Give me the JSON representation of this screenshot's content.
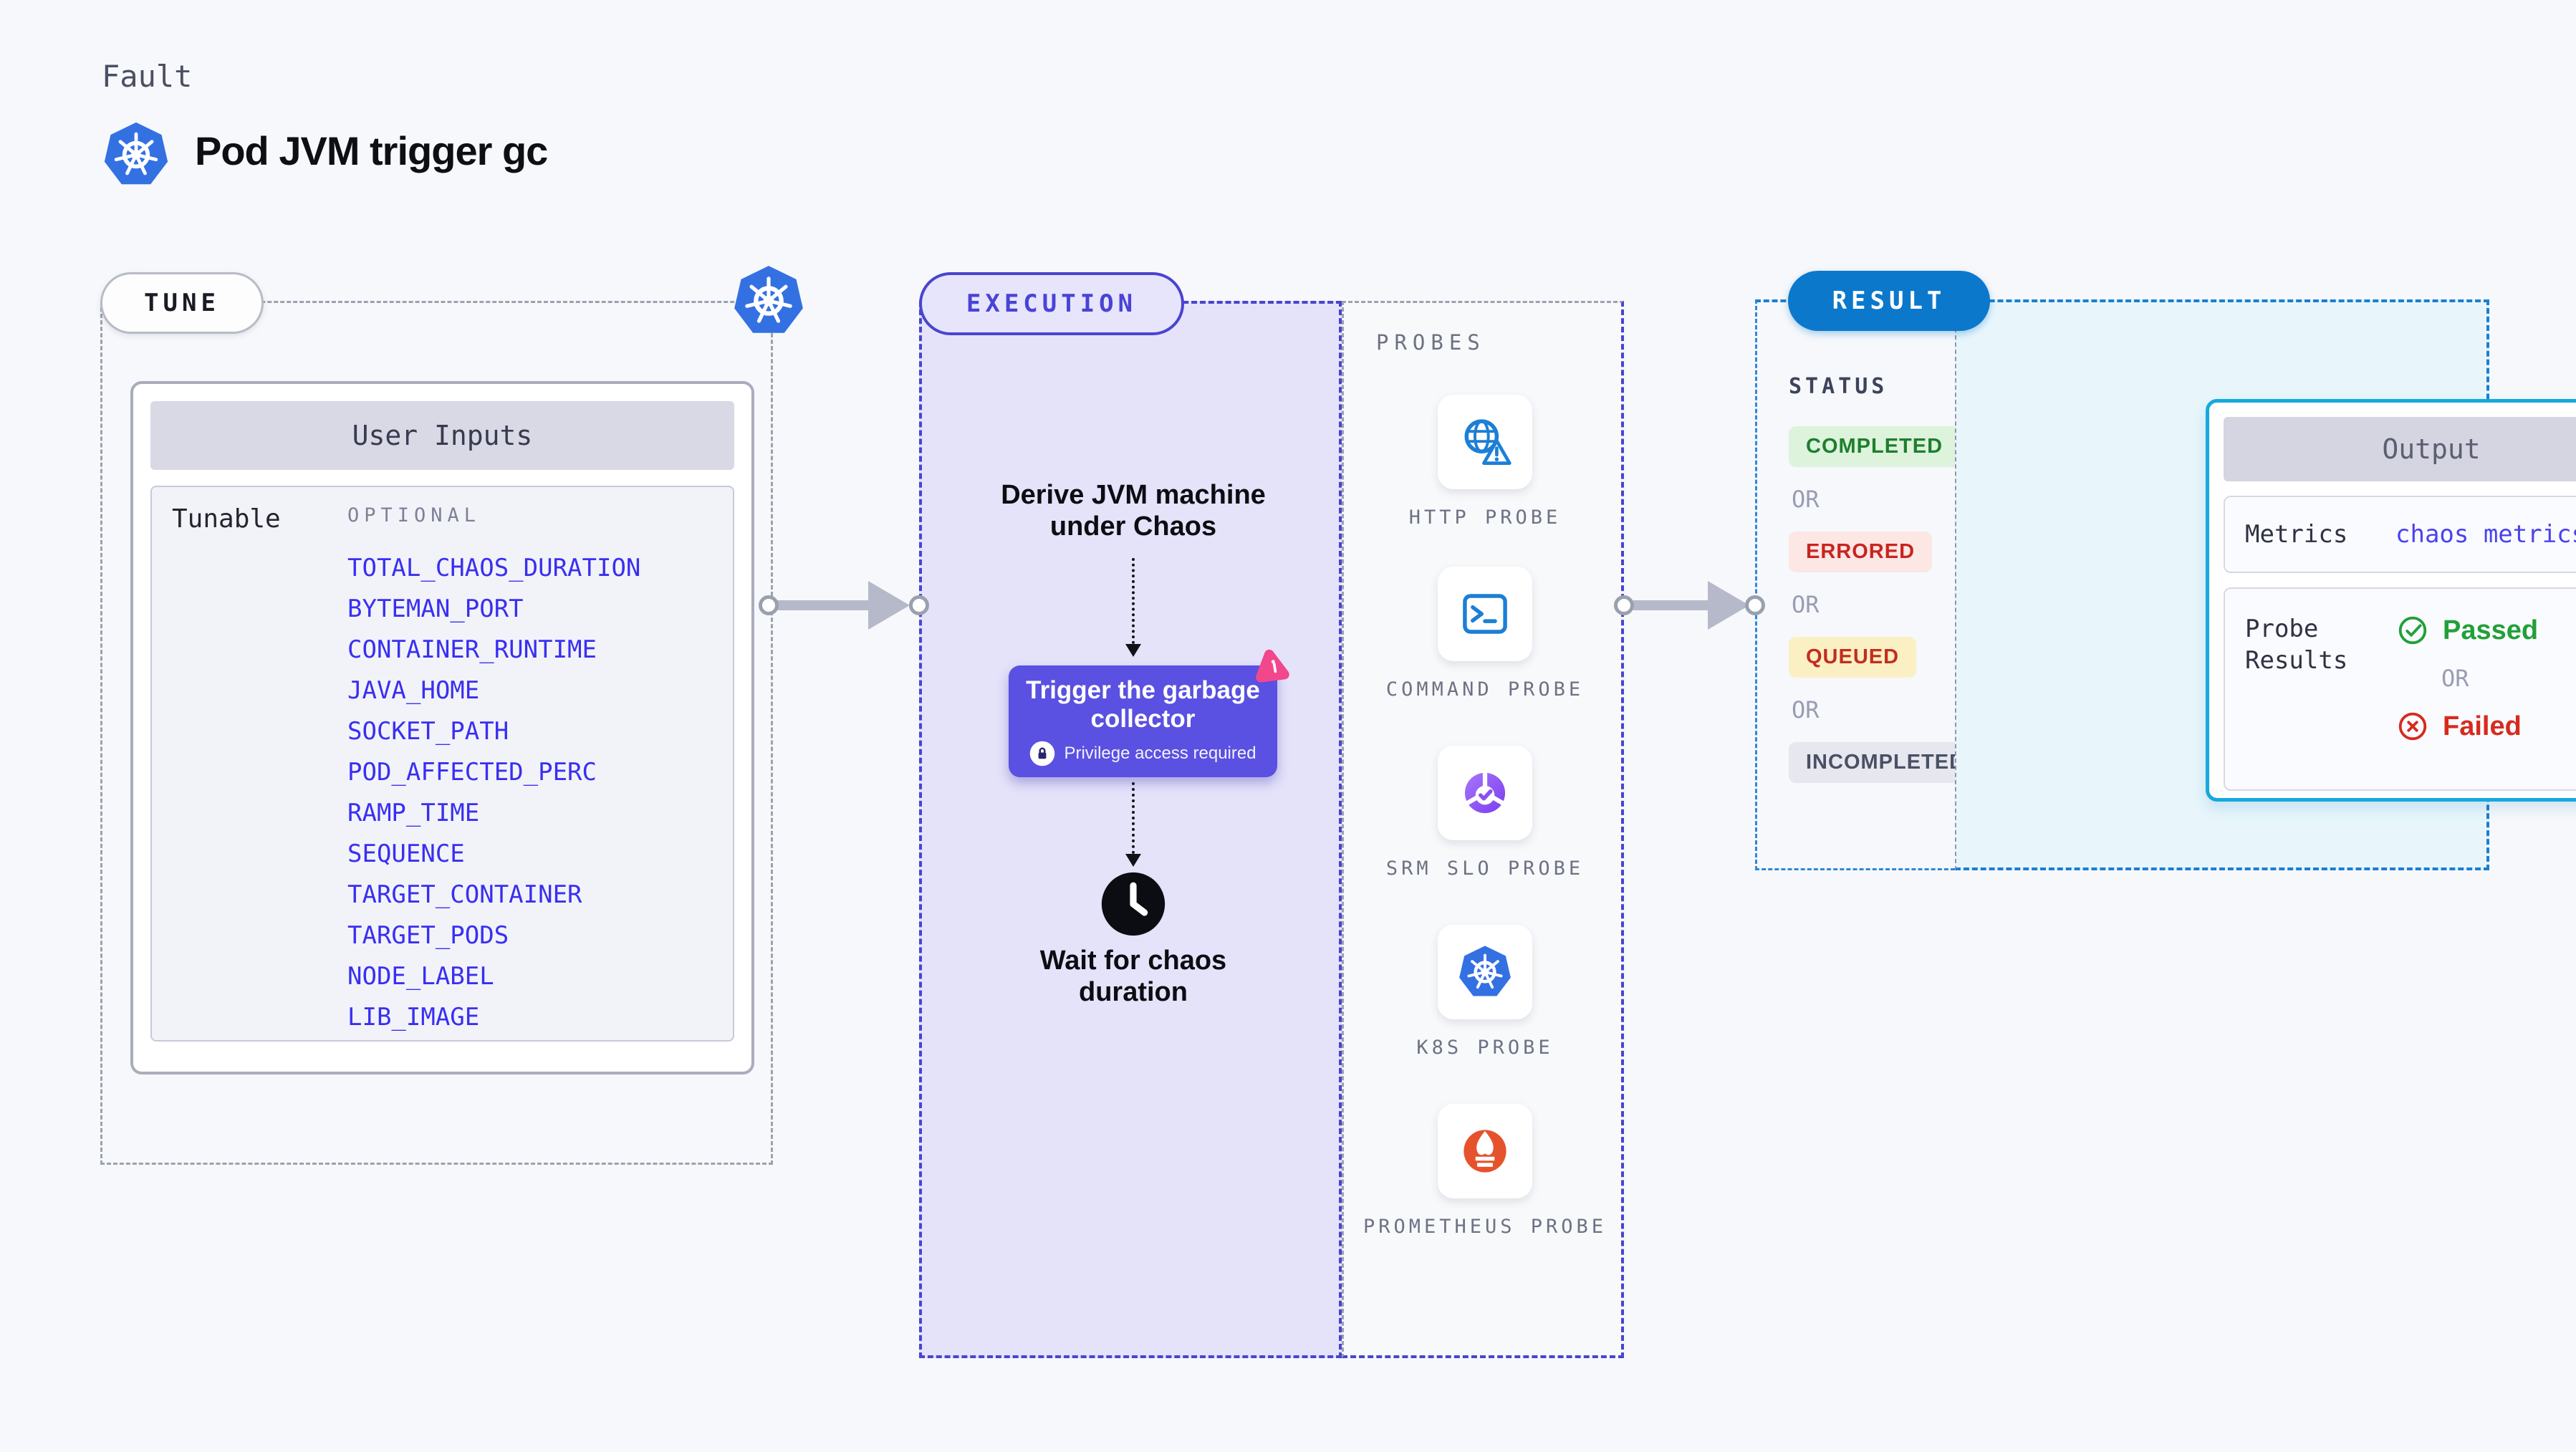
{
  "header": {
    "kicker": "Fault",
    "title": "Pod JVM trigger gc"
  },
  "tune": {
    "badge": "TUNE",
    "panel_title": "User Inputs",
    "row_label": "Tunable",
    "column_label": "OPTIONAL",
    "items": [
      "TOTAL_CHAOS_DURATION",
      "BYTEMAN_PORT",
      "CONTAINER_RUNTIME",
      "JAVA_HOME",
      "SOCKET_PATH",
      "POD_AFFECTED_PERC",
      "RAMP_TIME",
      "SEQUENCE",
      "TARGET_CONTAINER",
      "TARGET_PODS",
      "NODE_LABEL",
      "LIB_IMAGE"
    ]
  },
  "execution": {
    "badge": "EXECUTION",
    "derive_label": "Derive JVM machine under Chaos",
    "trigger_title": "Trigger the garbage collector",
    "trigger_subtitle": "Privilege access required",
    "wait_label": "Wait for chaos duration",
    "probes_label": "PROBES",
    "probes": [
      {
        "label": "HTTP PROBE"
      },
      {
        "label": "COMMAND PROBE"
      },
      {
        "label": "SRM SLO PROBE"
      },
      {
        "label": "K8S PROBE"
      },
      {
        "label": "PROMETHEUS PROBE"
      }
    ]
  },
  "result": {
    "badge": "RESULT",
    "status_label": "STATUS",
    "or_label": "OR",
    "statuses": [
      {
        "label": "COMPLETED"
      },
      {
        "label": "ERRORED"
      },
      {
        "label": "QUEUED"
      },
      {
        "label": "INCOMPLETED"
      }
    ],
    "output": {
      "title": "Output",
      "metrics_label": "Metrics",
      "metrics_value": "chaos metrics",
      "probe_results_label": "Probe Results",
      "passed_label": "Passed",
      "or_label": "OR",
      "failed_label": "Failed"
    }
  },
  "colors": {
    "accent_indigo": "#4a44cf",
    "accent_blue": "#0b78cc",
    "accent_cyan": "#16a9dd",
    "item_blue": "#392ff1",
    "green": "#21a038",
    "red": "#d62b1f",
    "orange": "#e6522c",
    "pink": "#f2478c"
  }
}
